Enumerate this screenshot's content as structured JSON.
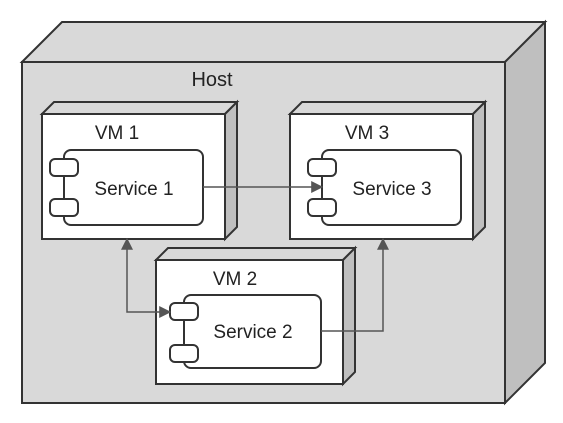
{
  "host": {
    "label": "Host"
  },
  "vms": [
    {
      "id": "vm1",
      "label": "VM 1",
      "service": {
        "label": "Service 1"
      }
    },
    {
      "id": "vm3",
      "label": "VM 3",
      "service": {
        "label": "Service 3"
      }
    },
    {
      "id": "vm2",
      "label": "VM 2",
      "service": {
        "label": "Service 2"
      }
    }
  ],
  "connections": [
    {
      "from": "Service 1",
      "to": "Service 3"
    },
    {
      "from": "Service 2",
      "to": "VM 1",
      "bidirectional": true
    },
    {
      "from": "Service 2",
      "to": "VM 3"
    }
  ],
  "colors": {
    "node_fill": "#ffffff",
    "node_side": "#d9d9d9",
    "node_side_dark": "#bfbfbf",
    "stroke": "#333333",
    "arrow": "#555555"
  }
}
